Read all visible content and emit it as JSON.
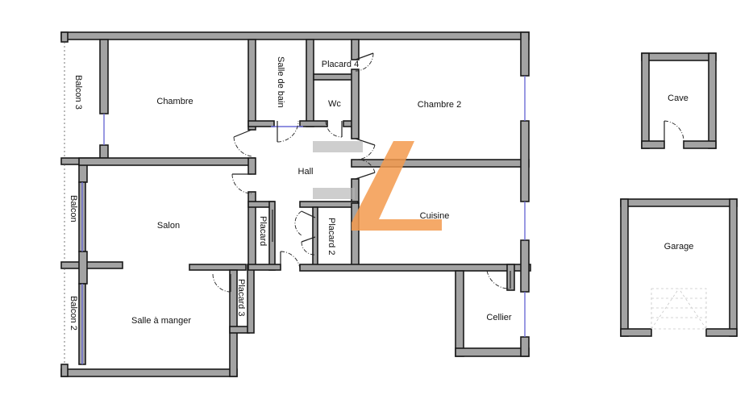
{
  "rooms": {
    "chambre": "Chambre",
    "salle_de_bain": "Salle de bain",
    "placard_4": "Placard 4",
    "wc": "Wc",
    "chambre_2": "Chambre 2",
    "hall": "Hall",
    "salon": "Salon",
    "placard": "Placard",
    "placard_2": "Placard 2",
    "cuisine": "Cuisine",
    "salle_a_manger": "Salle à manger",
    "placard_3": "Placard 3",
    "cellier": "Cellier",
    "balcon": "Balcon",
    "balcon_2": "Balcon 2",
    "balcon_3": "Balcon 3",
    "cave": "Cave",
    "garage": "Garage"
  },
  "colors": {
    "wall_fill": "#a3a3a3",
    "wall_outline": "#1a1a1a",
    "window": "#6b6bd6",
    "logo_orange": "#f39a4e",
    "logo_grey": "#b4b4b4"
  }
}
